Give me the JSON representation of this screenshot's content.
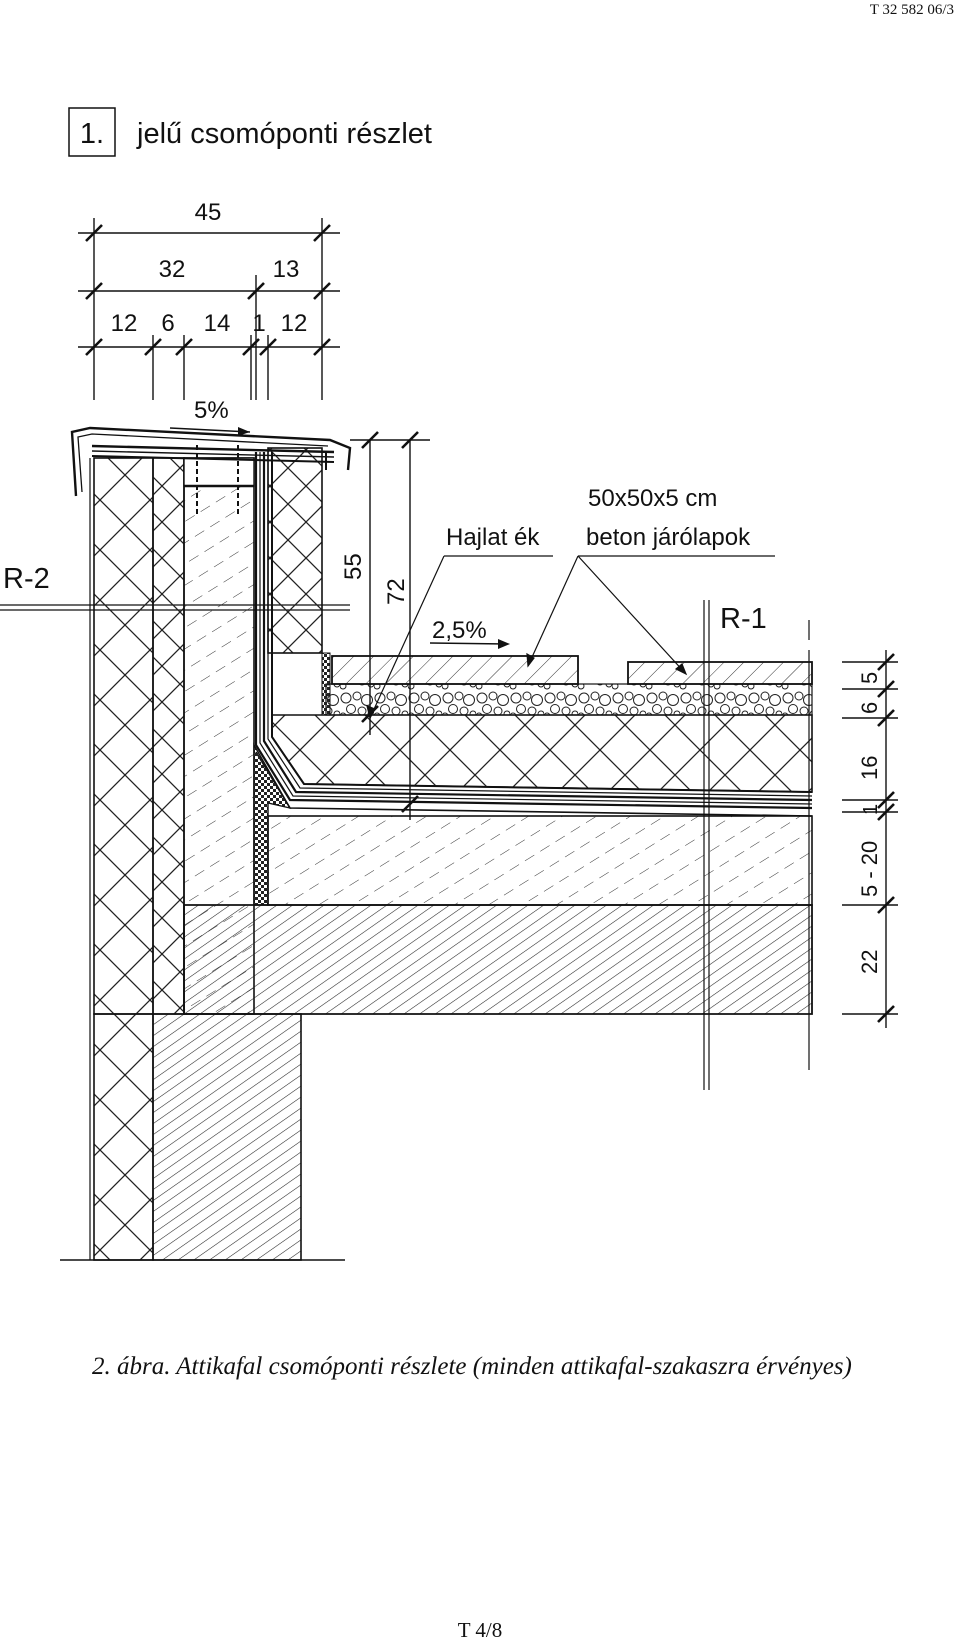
{
  "doc_code": "T 32 582 06/3",
  "detail": {
    "number": "1.",
    "title": "jelű csomóponti részlet"
  },
  "dimensions_top": {
    "row1": [
      "45"
    ],
    "row2": [
      "32",
      "13"
    ],
    "row3": [
      "12",
      "6",
      "14",
      "1",
      "12"
    ]
  },
  "slope_coping": "5%",
  "slope_roof": "2,5%",
  "dimensions_height": [
    "55",
    "72"
  ],
  "dimensions_right": [
    "5",
    "6",
    "16",
    "1",
    "5 - 20",
    "22"
  ],
  "labels": {
    "wedge": "Hajlat ék",
    "pavers_line1": "50x50x5 cm",
    "pavers_line2": "beton járólapok",
    "section_left": "R-2",
    "section_right": "R-1"
  },
  "caption": "2. ábra. Attikafal csomóponti részlete (minden attikafal-szakaszra érvényes)",
  "page_number": "T 4/8"
}
